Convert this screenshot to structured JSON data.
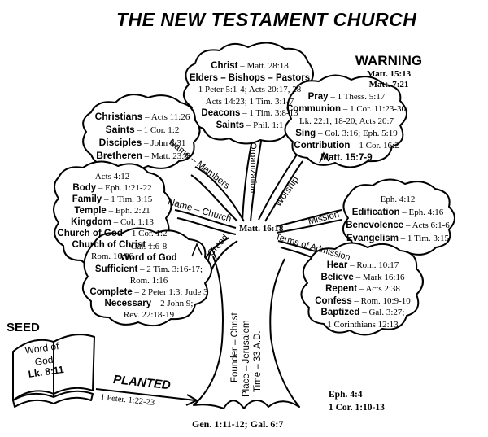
{
  "title": "THE NEW TESTAMENT CHURCH",
  "warning": {
    "heading": "WARNING",
    "refs": [
      "Matt. 15:13",
      "Matt. 7:21"
    ]
  },
  "top_cloud": [
    {
      "term": "Christ",
      "ref": " – Matt. 28:18"
    },
    {
      "term": "Elders – Bishops – Pastors",
      "ref": ""
    },
    {
      "term": "",
      "ref": "1 Peter 5:1-4;  Acts 20:17, 28"
    },
    {
      "term": "",
      "ref": "Acts 14:23;  1 Tim. 3:1-7"
    },
    {
      "term": "Deacons",
      "ref": " – 1 Tim. 3:8-13"
    },
    {
      "term": "Saints",
      "ref": " – Phil. 1:1"
    }
  ],
  "members_cloud": [
    {
      "term": "Christians",
      "ref": " – Acts 11:26"
    },
    {
      "term": "Saints",
      "ref": " – 1 Cor. 1:2"
    },
    {
      "term": "Disciples",
      "ref": " – John 8:31"
    },
    {
      "term": "Bretheren",
      "ref": " – Matt. 23:8"
    }
  ],
  "worship_cloud": [
    {
      "term": "Pray",
      "ref": " – 1 Thess. 5:17"
    },
    {
      "term": "Communion",
      "ref": " – 1 Cor. 11:23-30;"
    },
    {
      "term": "",
      "ref": "Lk. 22:1, 18-20;  Acts 20:7"
    },
    {
      "term": "Sing",
      "ref": " – Col. 3:16;  Eph. 5:19"
    },
    {
      "term": "Contribution",
      "ref": " – 1 Cor. 16:2"
    },
    {
      "term": "Matt. 15:7-9",
      "ref": ""
    }
  ],
  "church_cloud": [
    {
      "term": "",
      "ref": "Acts 4:12"
    },
    {
      "term": "Body",
      "ref": " – Eph. 1:21-22"
    },
    {
      "term": "Family",
      "ref": " – 1 Tim. 3:15"
    },
    {
      "term": "Temple",
      "ref": " – Eph. 2:21"
    },
    {
      "term": "Kingdom",
      "ref": " – Col. 1:13"
    },
    {
      "term": "Church of God",
      "ref": " – 1 Cor. 1:2"
    },
    {
      "term": "Church of Christ",
      "ref": " –"
    },
    {
      "term": "",
      "ref": "Rom. 16:16"
    }
  ],
  "mission_cloud": [
    {
      "term": "",
      "ref": "Eph. 4:12"
    },
    {
      "term": "Edification",
      "ref": " – Eph. 4:16"
    },
    {
      "term": "Benevolence",
      "ref": " – Acts 6:1-6"
    },
    {
      "term": "Evangelism",
      "ref": " – 1 Tim. 3:15"
    }
  ],
  "creed_cloud": [
    {
      "term": "",
      "ref": "Gal. 1:6-8"
    },
    {
      "term": "Word of God",
      "ref": ""
    },
    {
      "term": "Sufficient",
      "ref": " – 2 Tim. 3:16-17;"
    },
    {
      "term": "",
      "ref": "Rom. 1:16"
    },
    {
      "term": "Complete",
      "ref": " – 2 Peter 1:3;  Jude 3"
    },
    {
      "term": "Necessary",
      "ref": " – 2 John 9;"
    },
    {
      "term": "",
      "ref": "Rev. 22:18-19"
    }
  ],
  "admission_cloud": [
    {
      "term": "Hear",
      "ref": " – Rom. 10:17"
    },
    {
      "term": "Believe",
      "ref": " – Mark 16:16"
    },
    {
      "term": "Repent",
      "ref": " – Acts 2:38"
    },
    {
      "term": "Confess",
      "ref": " – Rom. 10:9-10"
    },
    {
      "term": "Baptized",
      "ref": " – Gal. 3:27;"
    },
    {
      "term": "",
      "ref": "1 Corinthians 12:13"
    }
  ],
  "branch_labels": {
    "name_members": "Name – Members",
    "organization": "Organization",
    "worship": "Worship",
    "name_church": "Name – Church",
    "mission": "Mission",
    "creed": "Creed",
    "terms": "Terms of Admission",
    "center_ref": "Matt. 16:18"
  },
  "trunk": [
    "Founder – Christ",
    "Place – Jerusalem",
    "Time – 33 A.D."
  ],
  "seed": {
    "label": "SEED",
    "book_line1": "Word of",
    "book_line2": "God",
    "book_ref": "Lk. 8:11"
  },
  "planted": {
    "label": "PLANTED",
    "ref": "1 Peter. 1:22-23"
  },
  "bottom_right": [
    "Eph. 4:4",
    "1 Cor. 1:10-13"
  ],
  "bottom_center": "Gen. 1:11-12;  Gal. 6:7"
}
